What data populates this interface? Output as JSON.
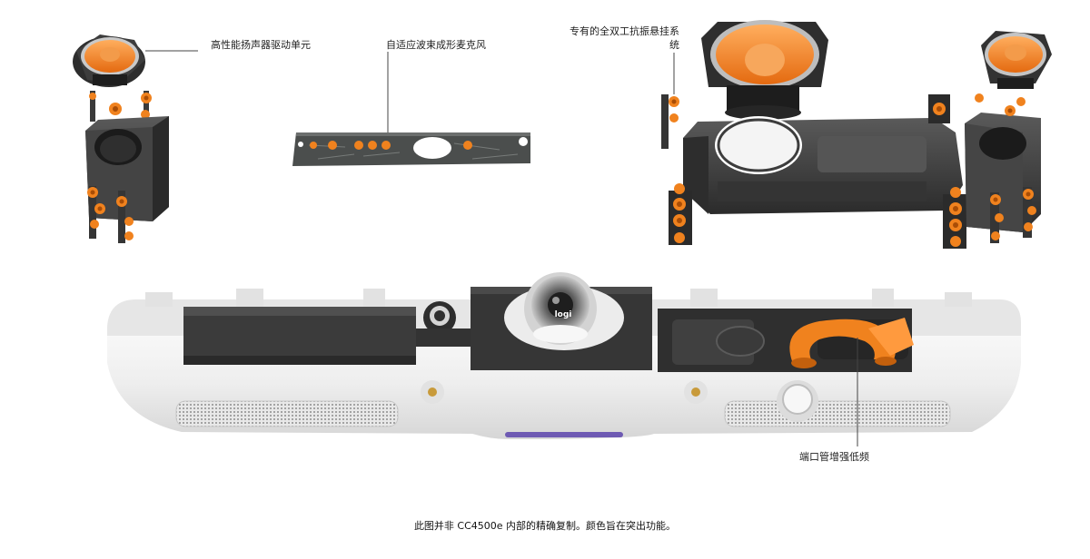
{
  "labels": {
    "speaker_driver": "高性能扬声器驱动单元",
    "mic_array": "自适应波束成形麦克风",
    "suspension": "专有的全双工抗振悬挂系统",
    "bass_port": "端口管增强低频"
  },
  "camera_logo": "logi",
  "caption": "此图并非 CC4500e 内部的精确复制。颜色旨在突出功能。",
  "colors": {
    "accent_orange": "#f0821e",
    "housing_dark": "#3a3a3a",
    "casing_white": "#f1f1f1",
    "label_text": "#222222"
  }
}
